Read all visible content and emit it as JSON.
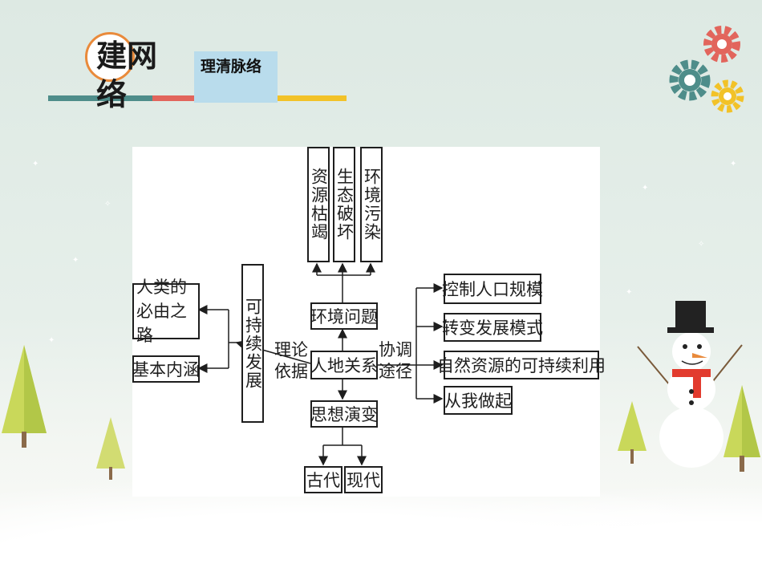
{
  "header": {
    "title": "建网络",
    "subtitle": "理清脉络"
  },
  "diagram": {
    "center": "人地关系",
    "top_node": "环境问题",
    "bottom_node": "思想演变",
    "top_items": [
      "资源枯竭",
      "生态破坏",
      "环境污染"
    ],
    "bottom_items": [
      "古代",
      "现代"
    ],
    "left_node": "可持续发展",
    "left_items": [
      "人类的必由之路",
      "基本内涵"
    ],
    "right_items": [
      "控制人口规模",
      "转变发展模式",
      "自然资源的可持续利用",
      "从我做起"
    ],
    "left_link_label": "理论依据",
    "right_link_label": "协调途径"
  },
  "colors": {
    "teal": "#4e8d8a",
    "red": "#e2655c",
    "yellow": "#f2c228",
    "orange": "#e98a3b",
    "light_blue": "#b9dcec"
  }
}
